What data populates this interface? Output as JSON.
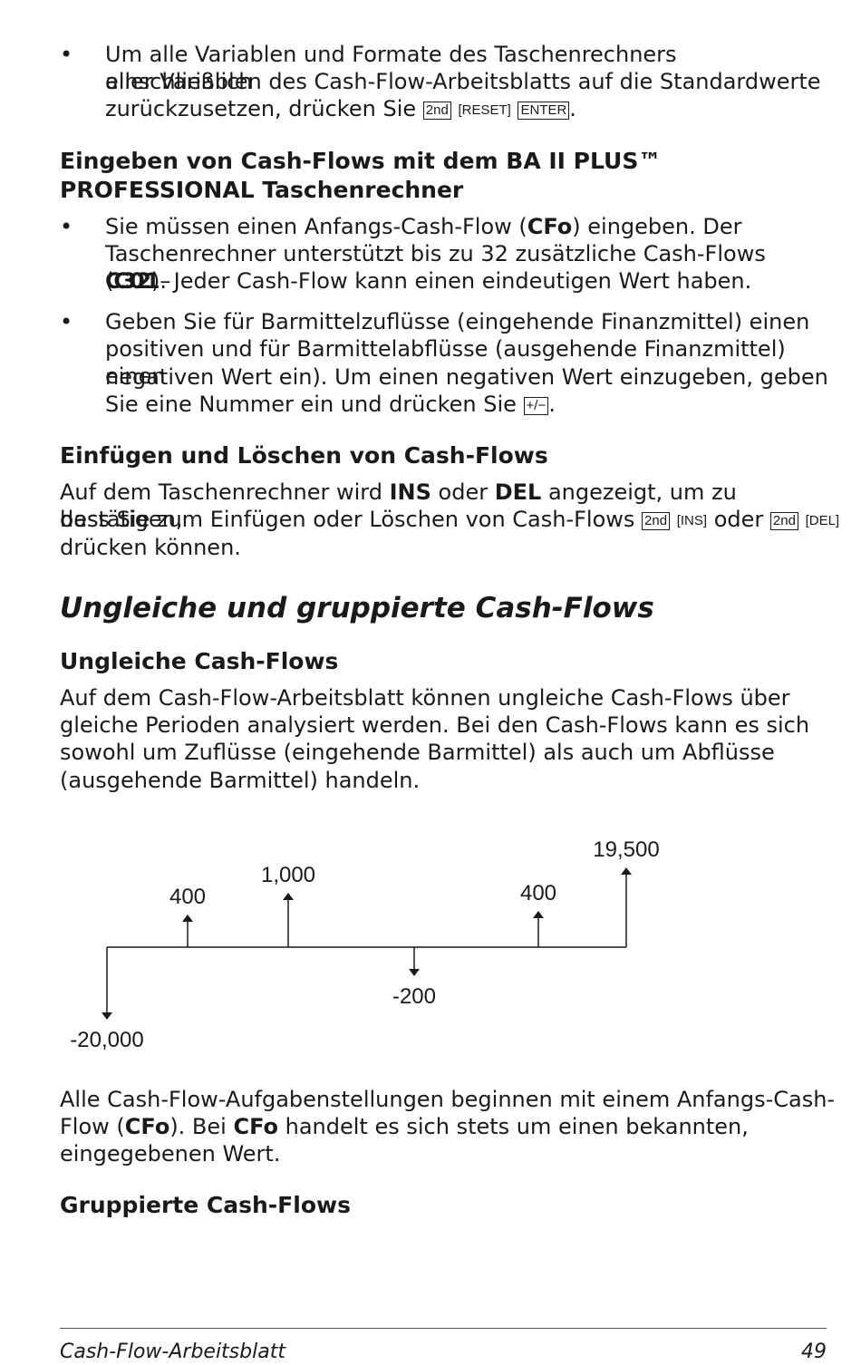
{
  "bullet_reset": {
    "bullet": "•",
    "line1": "Um alle Variablen und Formate des Taschenrechners einschließlich",
    "line2": "aller Variablen des Cash-Flow-Arbeitsblatts auf die Standardwerte",
    "line3_pre": "zurückzusetzen, drücken Sie ",
    "key_2nd": "2nd",
    "key_reset": "RESET",
    "key_enter": "ENTER",
    "line3_post": "."
  },
  "section_enter": {
    "heading_line1": "Eingeben von Cash-Flows mit dem BA II PLUS™",
    "heading_line2": "PROFESSIONAL Taschenrechner",
    "bullet1": {
      "bullet": "•",
      "l1_pre": "Sie müssen einen Anfangs-Cash-Flow (",
      "l1_bold": "CFo",
      "l1_post": ") eingeben. Der",
      "l2_pre": "Taschenrechner unterstützt bis zu 32 zusätzliche Cash-Flows (",
      "l2_bold": "C01",
      "l2_post": "–",
      "l3_bold": "C32",
      "l3_post": "). Jeder Cash-Flow kann einen eindeutigen Wert haben."
    },
    "bullet2": {
      "bullet": "•",
      "l1": "Geben Sie für Barmittelzuflüsse (eingehende Finanzmittel) einen",
      "l2": "positiven und für Barmittelabflüsse (ausgehende Finanzmittel) einen",
      "l3": "negativen Wert ein). Um einen negativen Wert einzugeben, geben",
      "l4_pre": "Sie eine Nummer ein und drücken Sie ",
      "key_sign": "+/−",
      "l4_post": "."
    }
  },
  "section_insert": {
    "heading": "Einfügen und Löschen von Cash-Flows",
    "l1_a": "Auf dem Taschenrechner wird ",
    "l1_bold1": "INS",
    "l1_b": " oder ",
    "l1_bold2": "DEL",
    "l1_c": " angezeigt, um zu bestätigen,",
    "l2_pre": "dass Sie zum Einfügen oder Löschen von Cash-Flows ",
    "key_2nd": "2nd",
    "key_ins": "INS",
    "l2_mid": " oder ",
    "key_del": "DEL",
    "l3": "drücken können."
  },
  "section_uneven_group": {
    "heading": "Ungleiche und gruppierte Cash-Flows"
  },
  "section_uneven": {
    "heading": "Ungleiche Cash-Flows",
    "l1": "Auf dem Cash-Flow-Arbeitsblatt können ungleiche Cash-Flows über",
    "l2": "gleiche Perioden analysiert werden. Bei den Cash-Flows kann es sich",
    "l3": "sowohl um Zuflüsse (eingehende Barmittel) als auch um Abflüsse",
    "l4": "(ausgehende Barmittel) handeln."
  },
  "diagram": {
    "flows": [
      {
        "label": "-20,000",
        "value": -20000
      },
      {
        "label": "400",
        "value": 400
      },
      {
        "label": "1,000",
        "value": 1000
      },
      {
        "label": "-200",
        "value": -200
      },
      {
        "label": "400",
        "value": 400
      },
      {
        "label": "19,500",
        "value": 19500
      }
    ]
  },
  "para_cfo": {
    "l1": "Alle Cash-Flow-Aufgabenstellungen beginnen mit einem Anfangs-Cash-",
    "l2_a": "Flow (",
    "l2_bold1": "CFo",
    "l2_b": "). Bei ",
    "l2_bold2": "CFo",
    "l2_c": " handelt es sich stets um einen bekannten,",
    "l3": "eingegebenen Wert."
  },
  "section_grouped": {
    "heading": "Gruppierte Cash-Flows"
  },
  "footer": {
    "title": "Cash-Flow-Arbeitsblatt",
    "page_number": "49"
  }
}
